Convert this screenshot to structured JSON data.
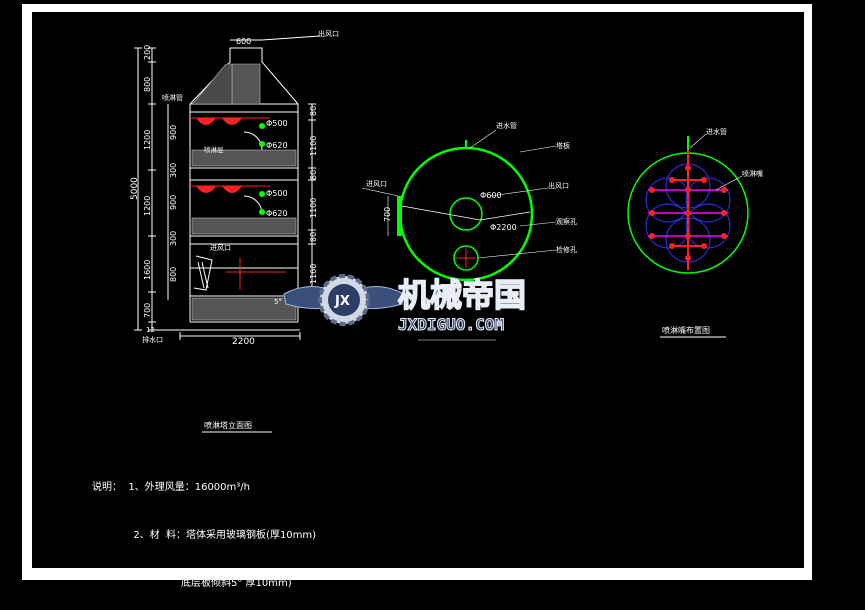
{
  "colors": {
    "line": "#ffffff",
    "green": "#00ff00",
    "red": "#ff2020",
    "magenta": "#ff00ff",
    "cyan": "#00ffff",
    "yellow": "#ffff00",
    "blue": "#3030ff"
  },
  "elevation": {
    "top_width": "600",
    "outlet": "出风口",
    "spray": "喷淋管",
    "packing": "喷淋层",
    "inlet": "进风口",
    "drain": "排水口",
    "base_width": "2200",
    "angle": "5°",
    "total_height": "5000",
    "left_dims": [
      "200",
      "800",
      "1200",
      "1200",
      "1600",
      "700",
      "12"
    ],
    "inner_dims": [
      "900",
      "300",
      "900",
      "300",
      "800"
    ],
    "right_dims": [
      "80",
      "1100",
      "80",
      "1100",
      "80",
      "1160"
    ],
    "pipe_dims_1": [
      "Φ500",
      "Φ620"
    ],
    "pipe_dims_2": [
      "Φ500",
      "Φ620"
    ],
    "caption": "喷淋塔立面图"
  },
  "plan": {
    "water_inlet": "进水管",
    "shell": "塔板",
    "air_inlet": "进风口",
    "air_outlet": "出风口",
    "hole1": "观察孔",
    "hole2": "检修孔",
    "dim_inlet": "700",
    "dim_d1": "Φ600",
    "dim_d2": "Φ2200"
  },
  "layout_plan": {
    "water_inlet": "进水管",
    "nozzle": "喷淋嘴",
    "caption": "喷淋嘴布置图"
  },
  "watermark": {
    "cn": "机械帝国",
    "en": "JXDIGUO.COM",
    "badge": "JX"
  },
  "notes": {
    "line1": "说明：  1、外理风量：16000m³/h",
    "line2": "             2、材  料：塔体采用玻璃钢板(厚10mm)",
    "line3": "                            底层板倾斜5° 厚10mm)"
  }
}
